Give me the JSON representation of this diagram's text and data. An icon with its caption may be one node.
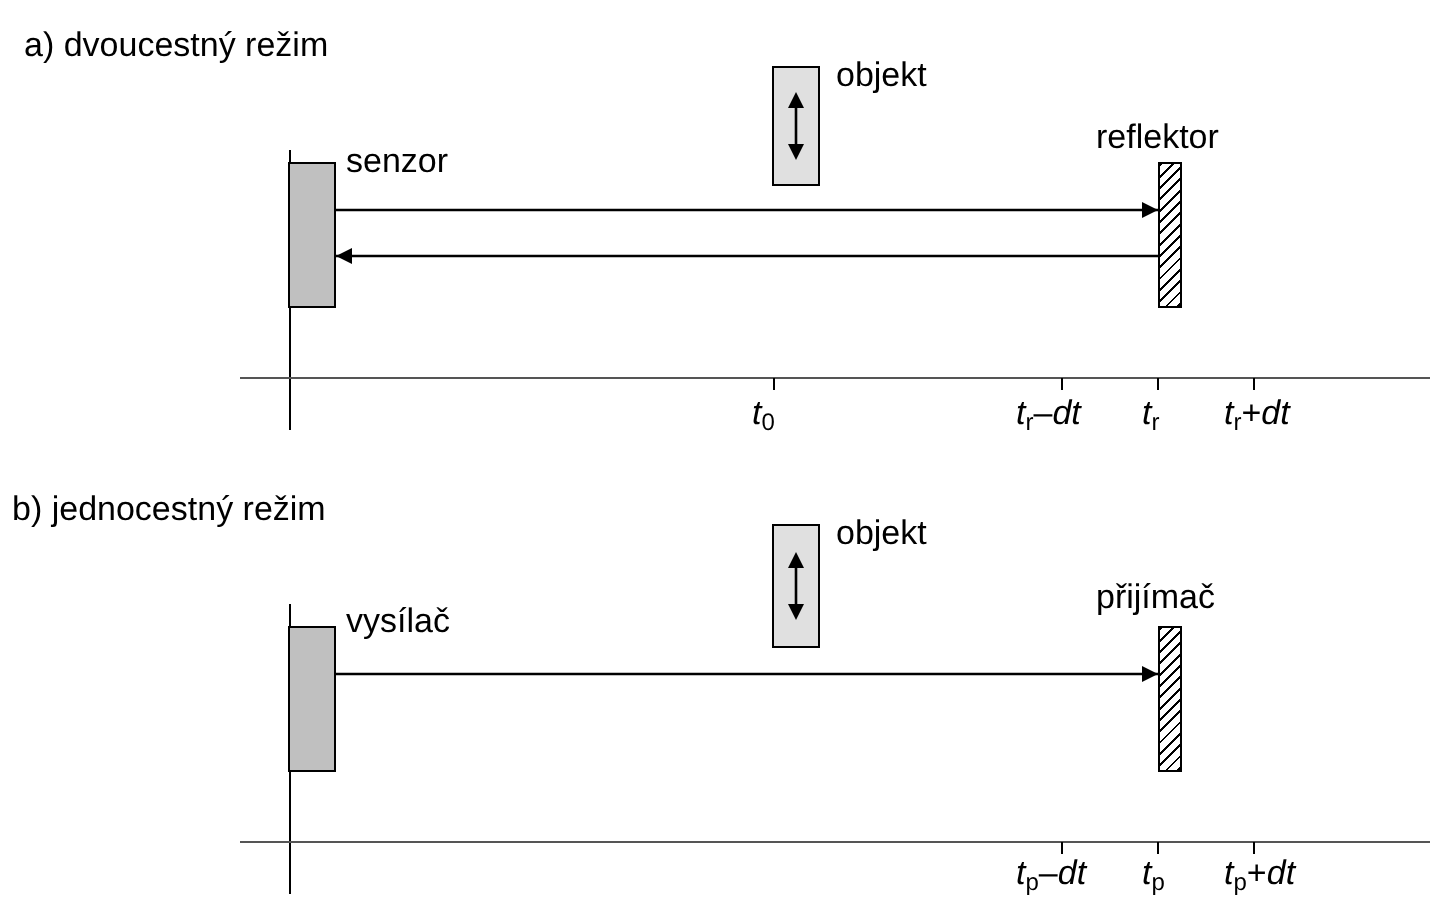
{
  "diagram": {
    "nodes": [
      {
        "text": [
          "senzor"
        ]
      },
      {
        "text": [
          "reflektor"
        ]
      },
      {
        "text": [
          "objekt"
        ]
      },
      {
        "text": [
          "vysílač"
        ]
      },
      {
        "text": [
          "přijímač"
        ]
      },
      {
        "text": [
          "objekt"
        ]
      }
    ],
    "edges": [
      {
        "from": 0,
        "to": 1,
        "arrow": "to"
      },
      {
        "from": 1,
        "to": 0,
        "arrow": "to"
      },
      {
        "from": 3,
        "to": 4,
        "arrow": "to"
      }
    ],
    "labels": [
      "a) dvoucestný režim",
      "*t*$_{0}$",
      "*t*$_{r}$–*dt*",
      "*t*$_{r}$",
      "*t*$_{r}$+*dt*",
      "b) jednocestný režim",
      "*t*$_{p}$–*dt*",
      "*t*$_{p}$",
      "*t*$_{p}$+*dt*"
    ]
  }
}
